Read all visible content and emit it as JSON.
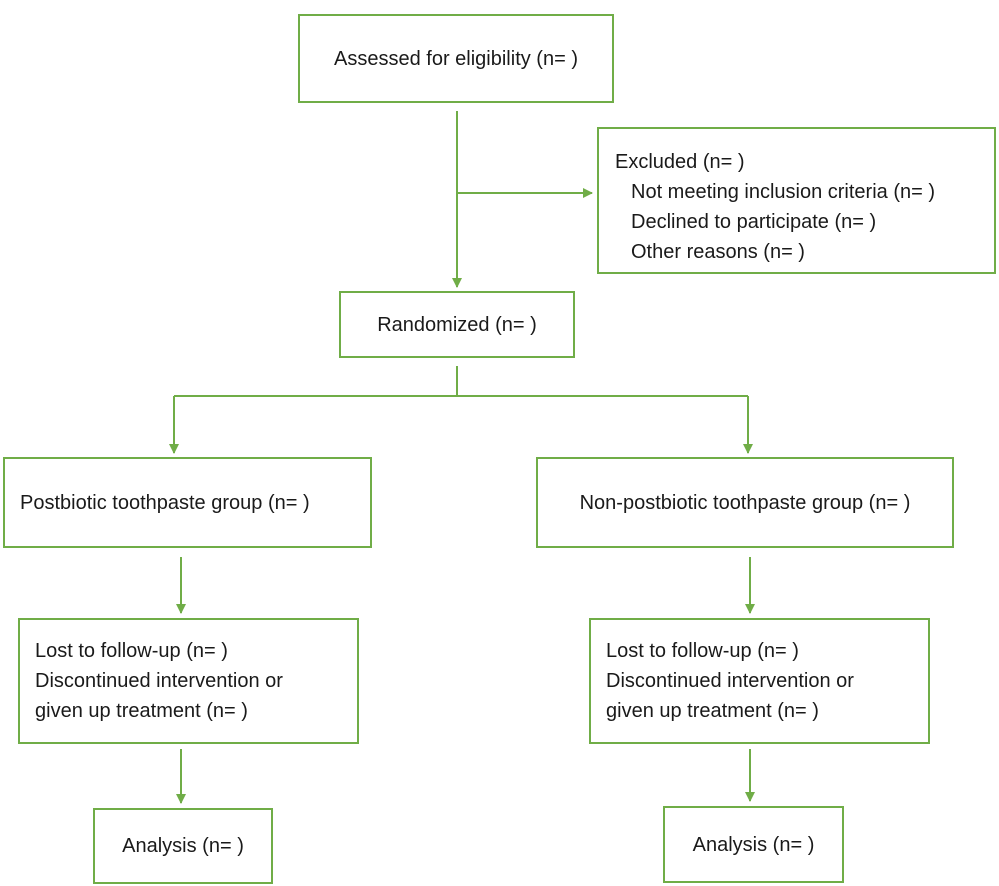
{
  "colors": {
    "border": "#70ad47",
    "arrow": "#70ad47",
    "text": "#1a1a1a"
  },
  "assessed": {
    "label": "Assessed for eligibility (n= )"
  },
  "excluded": {
    "title": "Excluded (n= )",
    "reasons": [
      "Not meeting inclusion criteria (n= )",
      "Declined to participate (n= )",
      "Other reasons (n= )"
    ]
  },
  "randomized": {
    "label": "Randomized (n= )"
  },
  "arms": [
    {
      "group": "Postbiotic toothpaste group (n= )",
      "followup": [
        "Lost to follow-up (n= )",
        "Discontinued intervention or",
        "given up treatment (n= )"
      ],
      "analysis": "Analysis (n= )"
    },
    {
      "group": "Non-postbiotic toothpaste group (n= )",
      "followup": [
        "Lost to follow-up (n= )",
        "Discontinued intervention or",
        "given up treatment (n= )"
      ],
      "analysis": "Analysis (n= )"
    }
  ]
}
